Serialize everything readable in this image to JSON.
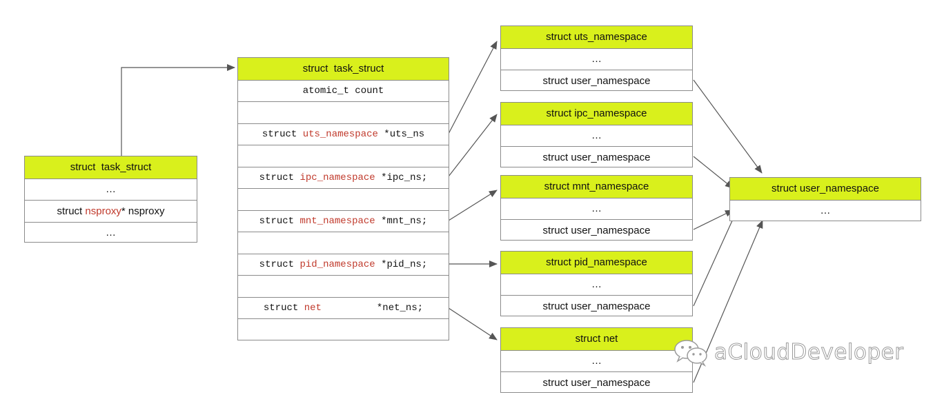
{
  "left_box": {
    "header": "struct  task_struct",
    "row1": "…",
    "nsproxy_pre": "struct ",
    "nsproxy_red": "nsproxy",
    "nsproxy_post": "* nsproxy",
    "row3": "…"
  },
  "mid_box": {
    "header": "struct  task_struct",
    "count": "atomic_t count",
    "uts": {
      "pre": "struct ",
      "red": "uts_namespace",
      "post": " *uts_ns"
    },
    "ipc": {
      "pre": "struct ",
      "red": "ipc_namespace",
      "post": " *ipc_ns;"
    },
    "mnt": {
      "pre": "struct ",
      "red": "mnt_namespace",
      "post": " *mnt_ns;"
    },
    "pid": {
      "pre": "struct ",
      "red": "pid_namespace",
      "post": " *pid_ns;"
    },
    "net": {
      "pre": "struct ",
      "red": "net",
      "post": "*net_ns;"
    }
  },
  "ns_boxes": {
    "uts": {
      "header": "struct uts_namespace",
      "dots": "…",
      "user": "struct user_namespace"
    },
    "ipc": {
      "header": "struct ipc_namespace",
      "dots": "…",
      "user": "struct user_namespace"
    },
    "mnt": {
      "header": "struct mnt_namespace",
      "dots": "…",
      "user": "struct user_namespace"
    },
    "pid": {
      "header": "struct pid_namespace",
      "dots": "…",
      "user": "struct user_namespace"
    },
    "net": {
      "header": "struct net",
      "dots": "…",
      "user": "struct user_namespace"
    }
  },
  "user_box": {
    "header": "struct user_namespace",
    "dots": "…"
  },
  "watermark": {
    "text": "aCloudDeveloper",
    "icon": "wechat-icon"
  },
  "colors": {
    "header_fill": "#d9f01c",
    "type_red": "#c0392b",
    "line": "#555555"
  }
}
